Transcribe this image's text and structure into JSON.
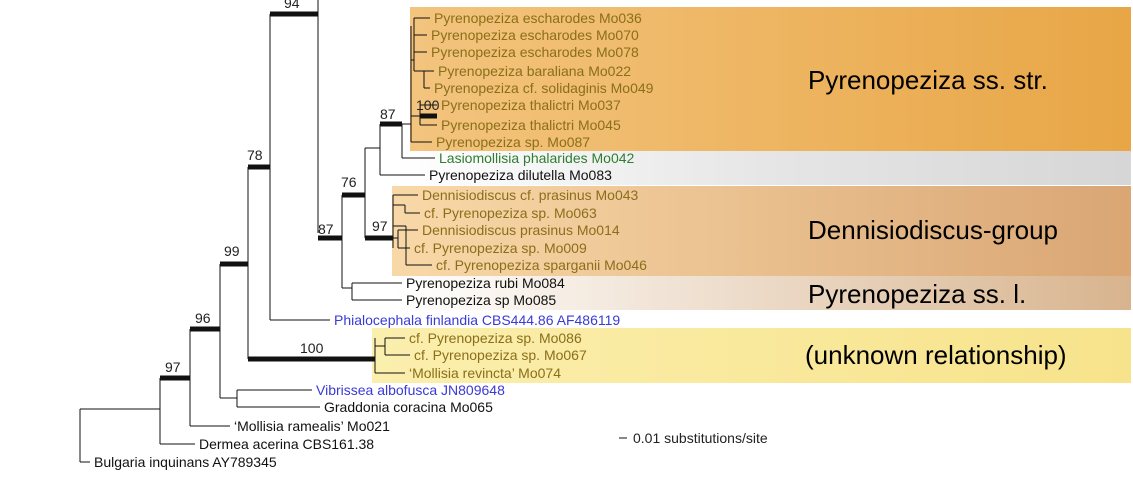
{
  "groups": [
    {
      "label": "Pyrenopeziza ss. str.",
      "color": "#E9A54A"
    },
    {
      "label": "Dennisiodiscus-group",
      "color": "#D9A46E"
    },
    {
      "label": "Pyrenopeziza ss. l.",
      "color": "#D9B48C"
    },
    {
      "label": "(unknown relationship)",
      "color": "#F7E490"
    },
    {
      "label": "",
      "color": "#CFCFCF"
    }
  ],
  "colors": {
    "default": "#111111",
    "olive": "#8A6F1A",
    "green": "#2E7D32",
    "blue": "#3A3AD6"
  },
  "taxa": [
    {
      "name": "Pyrenopeziza escharodes Mo036",
      "color": "olive"
    },
    {
      "name": "Pyrenopeziza escharodes Mo070",
      "color": "olive"
    },
    {
      "name": "Pyrenopeziza escharodes Mo078",
      "color": "olive"
    },
    {
      "name": "Pyrenopeziza baraliana Mo022",
      "color": "olive"
    },
    {
      "name": "Pyrenopeziza cf. solidaginis Mo049",
      "color": "olive"
    },
    {
      "name": "Pyrenopeziza thalictri Mo037",
      "color": "olive"
    },
    {
      "name": "Pyrenopeziza thalictri Mo045",
      "color": "olive"
    },
    {
      "name": "Pyrenopeziza sp. Mo087",
      "color": "olive"
    },
    {
      "name": "Lasiomollisia phalarides Mo042",
      "color": "green"
    },
    {
      "name": "Pyrenopeziza dilutella Mo083",
      "color": "default"
    },
    {
      "name": "Dennisiodiscus cf. prasinus Mo043",
      "color": "olive"
    },
    {
      "name": "cf. Pyrenopeziza sp. Mo063",
      "color": "olive"
    },
    {
      "name": "Dennisiodiscus prasinus Mo014",
      "color": "olive"
    },
    {
      "name": "cf. Pyrenopeziza sp. Mo009",
      "color": "olive"
    },
    {
      "name": "cf. Pyrenopeziza sparganii Mo046",
      "color": "olive"
    },
    {
      "name": "Pyrenopeziza rubi Mo084",
      "color": "default"
    },
    {
      "name": "Pyrenopeziza sp Mo085",
      "color": "default"
    },
    {
      "name": "Phialocephala finlandia CBS444.86 AF486119",
      "color": "blue"
    },
    {
      "name": "cf. Pyrenopeziza sp. Mo086",
      "color": "olive"
    },
    {
      "name": "cf. Pyrenopeziza sp. Mo067",
      "color": "olive"
    },
    {
      "name": "‘Mollisia revincta’ Mo074",
      "color": "olive"
    },
    {
      "name": "Vibrissea albofusca JN809648",
      "color": "blue"
    },
    {
      "name": "Graddonia coracina Mo065",
      "color": "default"
    },
    {
      "name": "‘Mollisia ramealis’ Mo021",
      "color": "default"
    },
    {
      "name": "Dermea acerina CBS161.38",
      "color": "default"
    },
    {
      "name": "Bulgaria inquinans AY789345",
      "color": "default"
    }
  ],
  "bootstrap": [
    "94",
    "78",
    "87",
    "76",
    "87",
    "97",
    "100",
    "99",
    "96",
    "97",
    "100"
  ],
  "scale": {
    "label": "0.01 substitutions/site"
  }
}
